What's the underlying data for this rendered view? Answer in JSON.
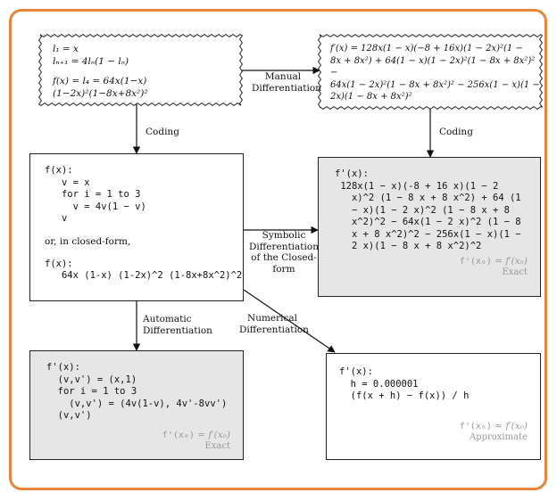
{
  "nodes": {
    "top_left": {
      "l1": "l₁ = x",
      "recurrence": "lₙ₊₁ = 4lₙ(1 − lₙ)",
      "f": "f(x) = l₄ = 64x(1−x)(1−2x)²(1−8x+8x²)²"
    },
    "top_right": {
      "lines": [
        "f′(x) = 128x(1 − x)(−8 + 16x)(1 − 2x)²(1 −",
        "8x + 8x²) + 64(1 − x)(1 − 2x)²(1 − 8x + 8x²)² −",
        "64x(1 − 2x)²(1 − 8x + 8x²)² − 256x(1 − x)(1 −",
        "2x)(1 − 8x + 8x²)²"
      ]
    },
    "code": {
      "lines": [
        "f(x):",
        "   v = x",
        "   for i = 1 to 3",
        "     v = 4v(1 − v)",
        "   v"
      ],
      "closed_form_text": "or, in closed-form,",
      "closed_lines": [
        "f(x):",
        "   64x (1-x) (1-2x)^2 (1-8x+8x^2)^2"
      ]
    },
    "symbolic": {
      "lines": [
        "f'(x):",
        " 128x(1 − x)(-8 + 16 x)(1 − 2",
        "   x)^2 (1 − 8 x + 8 x^2) + 64 (1",
        "   − x)(1 − 2 x)^2 (1 − 8 x + 8",
        "   x^2)^2 − 64x(1 − 2 x)^2 (1 − 8",
        "   x + 8 x^2)^2 − 256x(1 − x)(1 −",
        "   2 x)(1 − 8 x + 8 x^2)^2"
      ],
      "eq_mono": "f'(x₀)",
      "eq_math": " = f′(x₀)",
      "kind": "Exact"
    },
    "automatic": {
      "lines": [
        "f'(x):",
        "  (v,v') = (x,1)",
        "  for i = 1 to 3",
        "    (v,v') = (4v(1-v), 4v'-8vv')",
        "  (v,v')"
      ],
      "eq_mono": "f'(x₀)",
      "eq_math": " = f′(x₀)",
      "kind": "Exact"
    },
    "numerical": {
      "lines": [
        "f'(x):",
        "  h = 0.000001",
        "  (f(x + h) − f(x)) / h"
      ],
      "eq_mono": "f'(x₀)",
      "eq_math": " ≈ f′(x₀)",
      "kind": "Approximate"
    }
  },
  "edges": {
    "manual": [
      "Manual",
      "Differentiation"
    ],
    "coding_left": "Coding",
    "coding_right": "Coding",
    "symbolic": [
      "Symbolic",
      "Differentiation",
      "of the Closed-form"
    ],
    "automatic": [
      "Automatic",
      "Differentiation"
    ],
    "numerical": [
      "Numerical",
      "Differentiation"
    ]
  },
  "colors": {
    "frame": "#e8853d",
    "gray_box": "#e6e6e6",
    "note_text": "#999999"
  }
}
